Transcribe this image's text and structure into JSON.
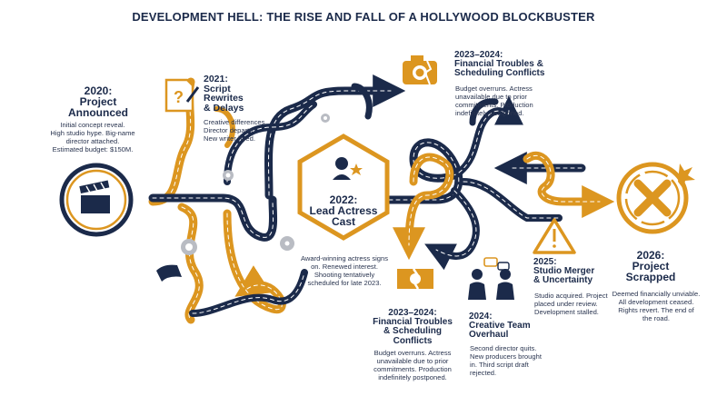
{
  "title": "DEVELOPMENT HELL: THE RISE AND FALL OF A HOLLYWOOD BLOCKBUSTER",
  "colors": {
    "navy": "#1b2a4a",
    "gold": "#dc9620",
    "white": "#ffffff"
  },
  "stages": {
    "announced": {
      "heading": "2020:\nProject\nAnnounced",
      "desc": "Initial concept reveal.\nHigh studio hype. Big-name\ndirector attached.\nEstimated budget: $150M.",
      "icon": "clapperboard-icon"
    },
    "rewrites": {
      "heading": "2021:\nScript\nRewrites\n& Delays",
      "desc": "Creative differences.\nDirector departs.\nNew writer hired.",
      "icon": "script-question-icon"
    },
    "actress": {
      "heading": "2022:\nLead Actress\nCast",
      "desc": "Award-winning actress signs\non. Renewed interest.\nShooting tentatively\nscheduled for late 2023.",
      "icon": "actress-star-icon"
    },
    "financial_top": {
      "heading": "2023–2024:\nFinancial Troubles &\nScheduling Conflicts",
      "desc": "Budget overruns. Actress\nunavailable due to prior\ncommitments. Production\nindefinitely postponed.",
      "icon": "broken-camera-icon"
    },
    "financial_bottom": {
      "heading": "2023–2024:\nFinancial Troubles\n& Scheduling\nConflicts",
      "desc": "Budget overruns. Actress\nunavailable due to prior\ncommitments. Production\nindefinitely postponed.",
      "icon": "torn-money-icon"
    },
    "overhaul": {
      "heading": "2024:\nCreative Team\nOverhaul",
      "desc": "Second director quits.\nNew producers brought\nin. Third script draft\nrejected.",
      "icon": "arguing-people-icon"
    },
    "merger": {
      "heading": "2025:\nStudio Merger\n& Uncertainty",
      "desc": "Studio acquired. Project\nplaced under review.\nDevelopment stalled.",
      "icon": "warning-icon"
    },
    "scrapped": {
      "heading": "2026:\nProject\nScrapped",
      "desc": "Deemed financially unviable.\nAll development ceased.\nRights revert. The end of\nthe road.",
      "icon": "scrapped-x-icon"
    }
  }
}
